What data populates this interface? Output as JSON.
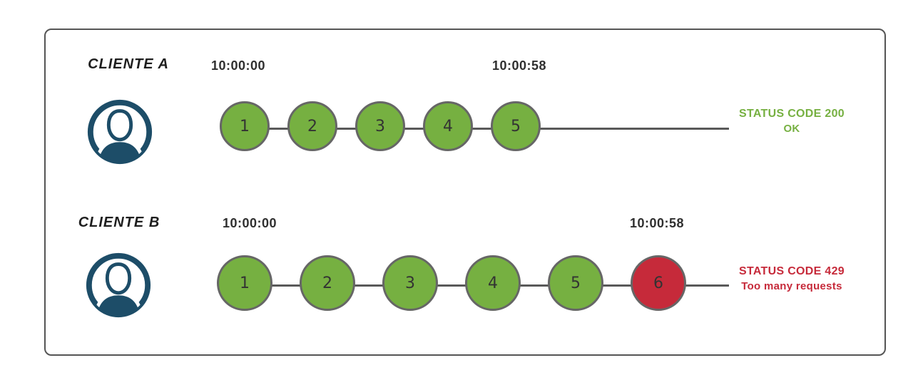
{
  "title": "rate-limiting-diagram",
  "colors": {
    "success": "#76b041",
    "error": "#c62a3a",
    "navy": "#1d4d68",
    "line": "#595959",
    "cborder": "#666666",
    "frame": "#555555"
  },
  "rows": [
    {
      "client": "CLIENTE A",
      "start_time": "10:00:00",
      "end_time": "10:00:58",
      "requests": [
        "1",
        "2",
        "3",
        "4",
        "5"
      ],
      "status_code": "STATUS CODE 200",
      "status_detail": "OK"
    },
    {
      "client": "CLIENTE B",
      "start_time": "10:00:00",
      "end_time": "10:00:58",
      "requests": [
        "1",
        "2",
        "3",
        "4",
        "5",
        "6"
      ],
      "status_code": "STATUS CODE 429",
      "status_detail": "Too many requests"
    }
  ]
}
